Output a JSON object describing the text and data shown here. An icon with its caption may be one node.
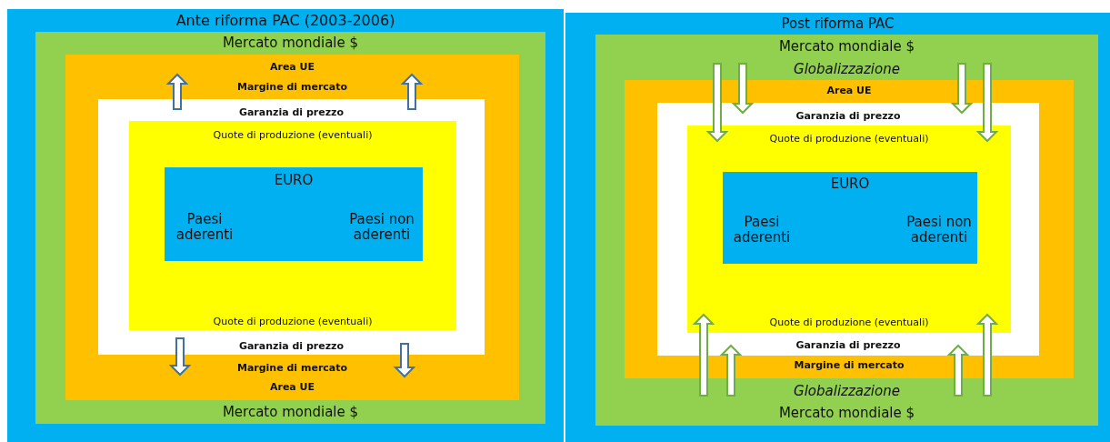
{
  "diagram": {
    "nodes": [
      {
        "text": [
          "Ante riforma PAC (2003-2006)"
        ]
      },
      {
        "text": [
          "Mercato mondiale $",
          "Mercato mondiale $"
        ],
        "in": 0
      },
      {
        "text": [
          "Area UE",
          "Margine di mercato",
          "Margine di mercato",
          "Area UE"
        ],
        "in": 1
      },
      {
        "text": [
          "Garanzia di prezzo",
          "Garanzia di prezzo"
        ],
        "in": 2
      },
      {
        "text": [
          "Quote di produzione (eventuali)",
          "Quote di produzione (eventuali)"
        ],
        "in": 3
      },
      {
        "text": [
          "EURO",
          "Paesi aderenti",
          "Paesi non aderenti"
        ],
        "in": 4
      },
      {
        "text": [
          "Post riforma PAC"
        ]
      },
      {
        "text": [
          "Mercato mondiale $",
          "Globalizzazione",
          "Globalizzazione",
          "Mercato mondiale $"
        ],
        "in": 6
      },
      {
        "text": [
          "Area UE",
          "Margine di mercato"
        ],
        "in": 7
      },
      {
        "text": [
          "Garanzia di prezzo",
          "Garanzia di prezzo"
        ],
        "in": 8
      },
      {
        "text": [
          "Quote di produzione (eventuali)",
          "Quote di produzione (eventuali)"
        ],
        "in": 9
      },
      {
        "text": [
          "EURO",
          "Paesi aderenti",
          "Paesi non aderenti"
        ],
        "in": 10
      }
    ],
    "edges": []
  }
}
